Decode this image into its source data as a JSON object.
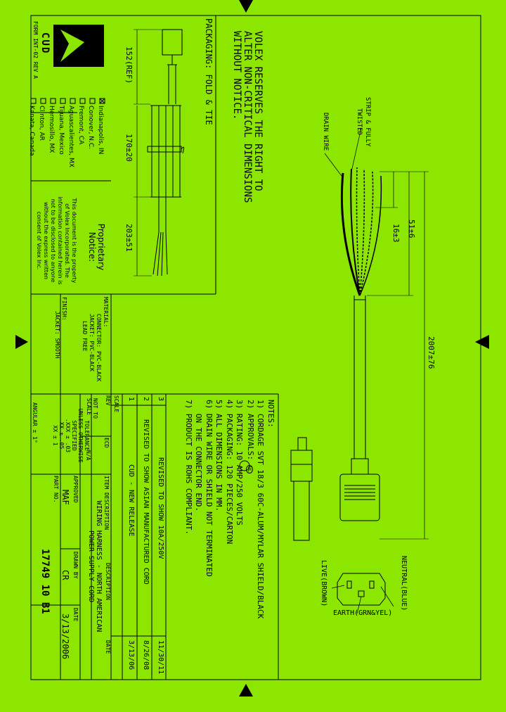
{
  "notice": {
    "lines": [
      "VOLEX RESERVES THE RIGHT TO",
      "ALTER NON-CRITICAL DIMENSIONS",
      "WITHOUT NOTICE."
    ]
  },
  "packaging_label": "PACKAGING: FOLD & TIE",
  "packaging_dims": {
    "ref": "152(REF)",
    "d1": "170±20",
    "d2": "203±51"
  },
  "cable_labels": {
    "strip": "STRIP & FULLY",
    "twisted": "TWISTED",
    "drain": "DRAIN WIRE"
  },
  "dims": {
    "d1": "16±3",
    "d2": "51±6",
    "d3": "2007±76"
  },
  "notes": {
    "title": "NOTES:",
    "items": [
      "1) CORDAGE SVT 18/3 60C-ALUM/MYLAR SHIELD/BLACK",
      "2) APPROVALS:",
      "3) RATING: 10 AMP/250 VOLTS",
      "4) PACKAGING: 120 PIECES/CARTON",
      "5) ALL DIMENSIONS IN MM.",
      "6) DRAIN WIRE OR SHIELD NOT TERMINATED",
      "   ON THE CONNECTOR END.",
      "7) PRODUCT IS ROHS COMPLIANT."
    ],
    "approval_mark": "UL"
  },
  "pinout": {
    "neutral": "NEUTRAL(BLUE)",
    "live": "LIVE(BROWN)",
    "earth": "EARTH(GRN&YEL)"
  },
  "company": {
    "logo_text": "Volex",
    "division": "CUD",
    "form": "FORM INT-02 REV A",
    "locations": [
      {
        "checked": true,
        "name": "Indianapolis, IN"
      },
      {
        "checked": false,
        "name": "Conover, N.C."
      },
      {
        "checked": false,
        "name": "Fremont, CA"
      },
      {
        "checked": false,
        "name": "Aguascalientes, MX"
      },
      {
        "checked": false,
        "name": "Tijuana, Mexico"
      },
      {
        "checked": false,
        "name": "Hermosillo, MX"
      },
      {
        "checked": false,
        "name": "Clinton, AR"
      },
      {
        "checked": false,
        "name": "Kanata, Canada"
      }
    ]
  },
  "proprietary": {
    "title": "Proprietary",
    "title2": "Notice:",
    "lines": [
      "This document is the property",
      "of Volex Incorporated. The",
      "information contained herein is",
      "not to be disclosed to anyone",
      "without the express written",
      "consent of Volex Inc."
    ]
  },
  "material": {
    "label": "MATERIAL:",
    "lines": [
      "CONNECTOR: PVC-BLACK",
      "JACKET: PVC-BLACK",
      "LEAD FREE"
    ]
  },
  "finish": {
    "label": "FINISH:",
    "value": "JACKET: SMOOTH"
  },
  "revisions": {
    "headers": {
      "rev": "REV",
      "description": "DESCRIPTION",
      "date": "DATE"
    },
    "rows": [
      {
        "rev": "3",
        "description": "REVISED TO SHOW 10A/250V",
        "date": "11/30/11"
      },
      {
        "rev": "2",
        "description": "REVISED TO SHOW ASIAN MANUFACTURED CORD",
        "date": "8/26/08"
      },
      {
        "rev": "1",
        "description": "CUD - NEW RELEASE",
        "date": "3/13/06"
      }
    ]
  },
  "title_block": {
    "scale_label": "SCALE",
    "scale_value": [
      "NOT TO",
      "SCALE"
    ],
    "ecd_label": "ECD",
    "ecd_value": "N/A",
    "item_desc_label": "ITEM DESCRIPTION",
    "item_desc": [
      "WIRING HARNESS - NORTH AMERICAN",
      "POWER SUPPLY CORD"
    ],
    "tol_title": [
      "TOLERANCE",
      "UNLESS OTHERWISE",
      "SPECIFIED"
    ],
    "tol_lines": [
      ".XXX ± .03",
      "XX ± .05",
      "XX ± 1"
    ],
    "angular": "ANGULAR ± 1°",
    "approved_label": "APPROVED",
    "approved": "MAF",
    "drawn_label": "DRAWN BY",
    "drawn": "CR",
    "date_label": "DATE",
    "date": "3/13/2006",
    "part_label": "PART NO.",
    "part": "17749 10 B1"
  }
}
